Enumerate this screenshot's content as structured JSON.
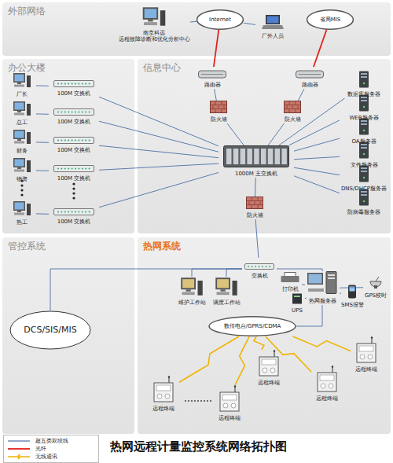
{
  "diagram": {
    "title": "热网远程计量监控系统网络拓扑图",
    "nodes": [
      {
        "text": [
          "外部网络"
        ]
      },
      {
        "text": [
          "南京科远",
          "远程故障诊断和优化分析中心"
        ],
        "in": 0
      },
      {
        "text": [
          "Internet"
        ],
        "in": 0
      },
      {
        "text": [
          "厂外人员"
        ],
        "in": 0
      },
      {
        "text": [
          "省局MIS"
        ],
        "in": 0
      },
      {
        "text": [
          "办公大楼"
        ]
      },
      {
        "text": [
          "厂长"
        ],
        "in": 5
      },
      {
        "text": [
          "总工"
        ],
        "in": 5
      },
      {
        "text": [
          "财务"
        ],
        "in": 5
      },
      {
        "text": [
          "物资"
        ],
        "in": 5
      },
      {
        "text": [
          "热工"
        ],
        "in": 5
      },
      {
        "text": [
          "100M 交换机"
        ],
        "in": 5
      },
      {
        "text": [
          "100M 交换机"
        ],
        "in": 5
      },
      {
        "text": [
          "100M 交换机"
        ],
        "in": 5
      },
      {
        "text": [
          "100M 交换机"
        ],
        "in": 5
      },
      {
        "text": [
          "100M 交换机"
        ],
        "in": 5
      },
      {
        "text": [
          "信息中心"
        ]
      },
      {
        "text": [
          "路由器"
        ],
        "in": 16
      },
      {
        "text": [
          "路由器"
        ],
        "in": 16
      },
      {
        "text": [
          "防火墙"
        ],
        "in": 16
      },
      {
        "text": [
          "防火墙"
        ],
        "in": 16
      },
      {
        "text": [
          "1000M 主交换机"
        ],
        "in": 16
      },
      {
        "text": [
          "数据库服务器"
        ],
        "in": 16
      },
      {
        "text": [
          "WEB服务器"
        ],
        "in": 16
      },
      {
        "text": [
          "OA服务器"
        ],
        "in": 16
      },
      {
        "text": [
          "文件服务器"
        ],
        "in": 16
      },
      {
        "text": [
          "DNS/DHCP服务器"
        ],
        "in": 16
      },
      {
        "text": [
          "防病毒服务器"
        ],
        "in": 16
      },
      {
        "text": [
          "防火墙"
        ],
        "in": 16
      },
      {
        "text": [
          "管控系统"
        ]
      },
      {
        "text": [
          "DCS/SIS/MIS"
        ],
        "in": 29
      },
      {
        "text": [
          "热网系统"
        ]
      },
      {
        "text": [
          "交换机"
        ],
        "in": 31
      },
      {
        "text": [
          "维护工作站"
        ],
        "in": 31
      },
      {
        "text": [
          "调度工作站"
        ],
        "in": 31
      },
      {
        "text": [
          "打印机"
        ],
        "in": 31
      },
      {
        "text": [
          "UPS"
        ],
        "in": 31
      },
      {
        "text": [
          "热网服务器"
        ],
        "in": 31
      },
      {
        "text": [
          "SMS报警"
        ],
        "in": 31
      },
      {
        "text": [
          "GPS校时"
        ],
        "in": 31
      },
      {
        "text": [
          "数传电台/GPRS/CDMA"
        ],
        "in": 31
      },
      {
        "text": [
          "远程终端"
        ],
        "in": 31
      },
      {
        "text": [
          "远程终端"
        ],
        "in": 31
      },
      {
        "text": [
          "远程终端"
        ],
        "in": 31
      },
      {
        "text": [
          "远程终端"
        ],
        "in": 31
      },
      {
        "text": [
          "远程终端"
        ],
        "in": 31
      }
    ],
    "edges": [
      {
        "from": 1,
        "to": 2,
        "arrow": "none"
      },
      {
        "from": 2,
        "to": 3,
        "arrow": "none"
      },
      {
        "from": 2,
        "to": 17,
        "arrow": "none"
      },
      {
        "from": 4,
        "to": 18,
        "arrow": "none"
      },
      {
        "from": 17,
        "to": 19,
        "arrow": "none"
      },
      {
        "from": 18,
        "to": 20,
        "arrow": "none"
      },
      {
        "from": 19,
        "to": 21,
        "arrow": "none"
      },
      {
        "from": 20,
        "to": 21,
        "arrow": "none"
      },
      {
        "from": 6,
        "to": 11,
        "arrow": "none"
      },
      {
        "from": 7,
        "to": 12,
        "arrow": "none"
      },
      {
        "from": 8,
        "to": 13,
        "arrow": "none"
      },
      {
        "from": 9,
        "to": 14,
        "arrow": "none"
      },
      {
        "from": 10,
        "to": 15,
        "arrow": "none"
      },
      {
        "from": 11,
        "to": 21,
        "arrow": "none"
      },
      {
        "from": 12,
        "to": 21,
        "arrow": "none"
      },
      {
        "from": 13,
        "to": 21,
        "arrow": "none"
      },
      {
        "from": 14,
        "to": 21,
        "arrow": "none"
      },
      {
        "from": 15,
        "to": 21,
        "arrow": "none"
      },
      {
        "from": 21,
        "to": 22,
        "arrow": "none"
      },
      {
        "from": 21,
        "to": 23,
        "arrow": "none"
      },
      {
        "from": 21,
        "to": 24,
        "arrow": "none"
      },
      {
        "from": 21,
        "to": 25,
        "arrow": "none"
      },
      {
        "from": 21,
        "to": 26,
        "arrow": "none"
      },
      {
        "from": 21,
        "to": 27,
        "arrow": "none"
      },
      {
        "from": 21,
        "to": 28,
        "arrow": "none"
      },
      {
        "from": 28,
        "to": 32,
        "arrow": "none"
      },
      {
        "from": 32,
        "to": 30,
        "arrow": "none"
      },
      {
        "from": 32,
        "to": 33,
        "arrow": "none"
      },
      {
        "from": 32,
        "to": 34,
        "arrow": "none"
      },
      {
        "from": 32,
        "to": 37,
        "arrow": "none"
      },
      {
        "from": 37,
        "to": 35,
        "arrow": "none"
      },
      {
        "from": 37,
        "to": 36,
        "arrow": "none"
      },
      {
        "from": 37,
        "to": 38,
        "arrow": "none"
      },
      {
        "from": 37,
        "to": 39,
        "arrow": "none"
      },
      {
        "from": 37,
        "to": 40,
        "arrow": "none"
      },
      {
        "from": 40,
        "to": 41,
        "arrow": "none"
      },
      {
        "from": 40,
        "to": 42,
        "arrow": "none"
      },
      {
        "from": 40,
        "to": 43,
        "arrow": "none"
      },
      {
        "from": 40,
        "to": 44,
        "arrow": "none"
      },
      {
        "from": 40,
        "to": 45,
        "arrow": "none"
      }
    ],
    "legend": [
      {
        "text": "超五类双绞线"
      },
      {
        "text": "光纤"
      },
      {
        "text": "无线通讯"
      }
    ]
  }
}
